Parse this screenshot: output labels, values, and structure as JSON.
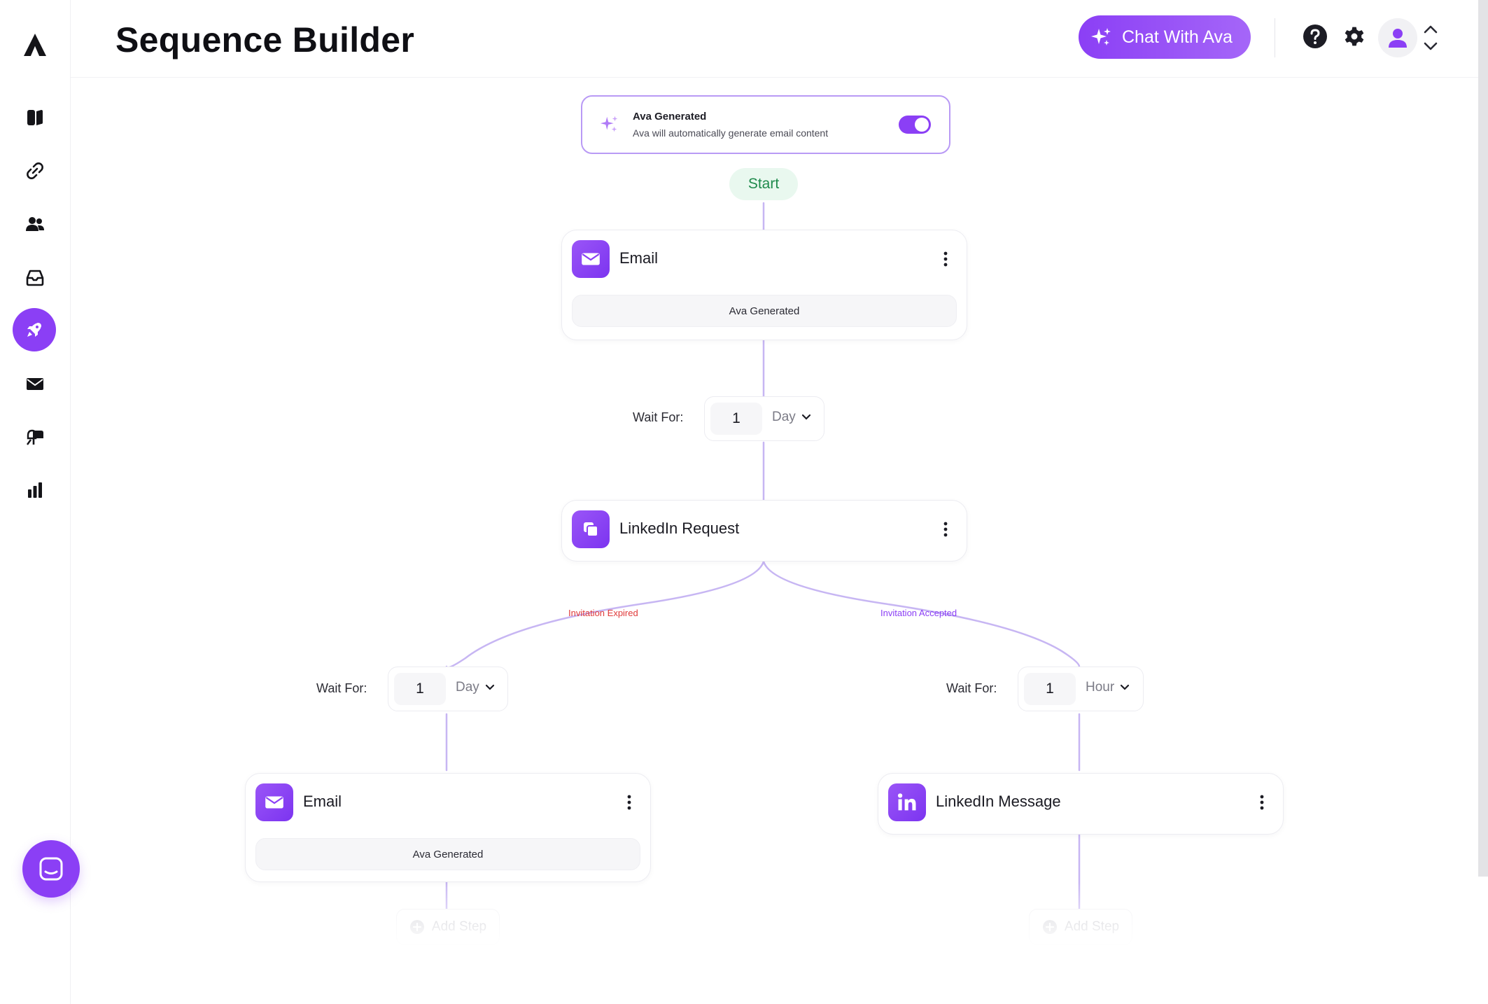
{
  "header": {
    "title": "Sequence Builder",
    "chat_button": "Chat With Ava"
  },
  "ava_card": {
    "title": "Ava Generated",
    "subtitle": "Ava will automatically generate email content",
    "toggle_on": true
  },
  "start_label": "Start",
  "nodes": {
    "email_top": {
      "title": "Email",
      "pill": "Ava Generated"
    },
    "linkedin_request": {
      "title": "LinkedIn Request"
    },
    "email_left": {
      "title": "Email",
      "pill": "Ava Generated"
    },
    "linkedin_message": {
      "title": "LinkedIn Message"
    }
  },
  "waits": {
    "label": "Wait For:",
    "top": {
      "value": "1",
      "unit": "Day"
    },
    "left": {
      "value": "1",
      "unit": "Day"
    },
    "right": {
      "value": "1",
      "unit": "Hour"
    }
  },
  "branches": {
    "expired": "Invitation Expired",
    "accepted": "Invitation Accepted"
  },
  "add_step_label": "Add Step",
  "colors": {
    "accent": "#8b3ff5",
    "start_bg": "#e9f8ef",
    "start_text": "#1f8a4c",
    "expired": "#e03a3a",
    "accepted": "#8b3ff5"
  },
  "sidebar": {
    "items": [
      "pages-icon",
      "link-icon",
      "users-icon",
      "inbox-icon",
      "rocket-icon",
      "mail-icon",
      "mailbox-icon",
      "analytics-icon"
    ],
    "active": "rocket-icon"
  }
}
